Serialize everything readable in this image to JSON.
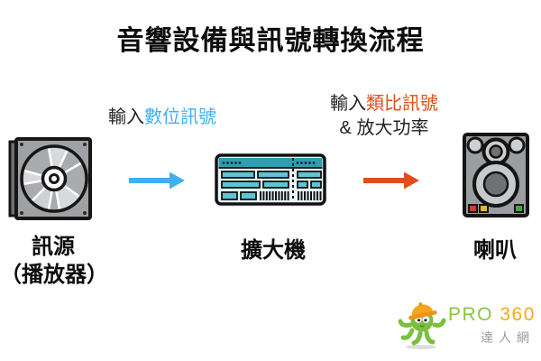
{
  "title": "音響設備與訊號轉換流程",
  "arrows": {
    "digital": {
      "prefix": "輸入",
      "highlight": "數位訊號",
      "color": "#3FB0F4"
    },
    "analog": {
      "prefix": "輸入",
      "highlight": "類比訊號",
      "line2": "& 放大功率",
      "color": "#E04E1A"
    }
  },
  "nodes": [
    {
      "label": "訊源",
      "sublabel": "（播放器）",
      "icon": "cd-disc-icon"
    },
    {
      "label": "擴大機",
      "icon": "amplifier-icon"
    },
    {
      "label": "喇叭",
      "icon": "speaker-icon"
    }
  ],
  "logo": {
    "brand_pro": "PRO",
    "brand_num": "360",
    "tagline": "達人網",
    "colors": {
      "green": "#8BC53F",
      "orange": "#F6A81C",
      "gray": "#9B9B9B"
    }
  }
}
